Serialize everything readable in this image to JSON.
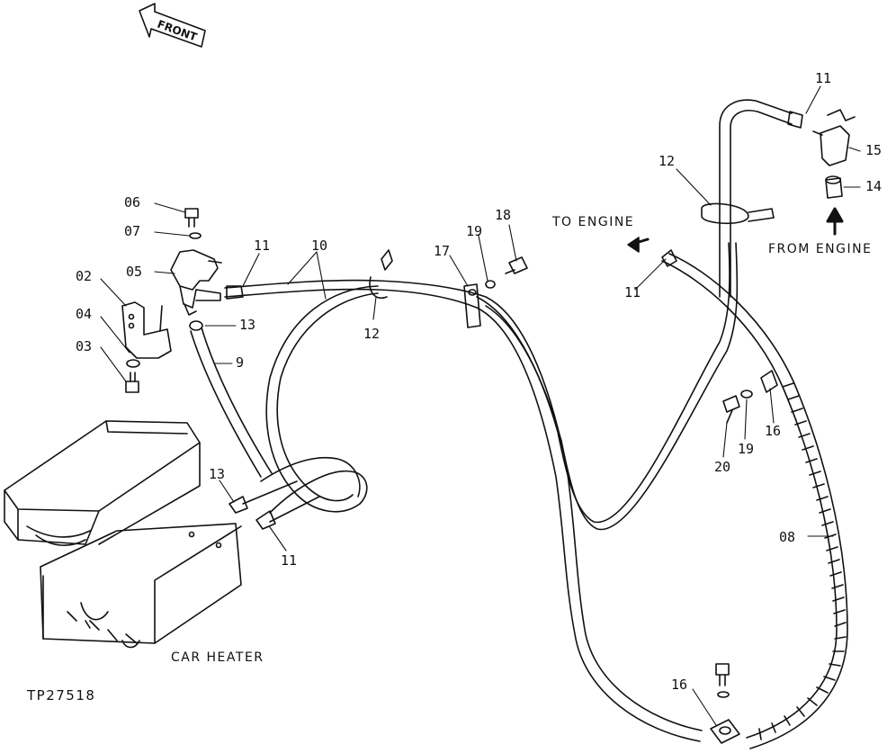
{
  "figure_id": "TP27518",
  "captions": {
    "front": "FRONT",
    "to_engine": "TO ENGINE",
    "from_engine": "FROM ENGINE",
    "car_heater": "CAR HEATER"
  },
  "callouts": {
    "c06": "06",
    "c07": "07",
    "c05": "05",
    "c02": "02",
    "c04": "04",
    "c03": "03",
    "c11_valve": "11",
    "c10": "10",
    "c13_upper": "13",
    "c9": "9",
    "c12_mid": "12",
    "c17": "17",
    "c19_upper": "19",
    "c18": "18",
    "c13_lower": "13",
    "c11_lower": "11",
    "c12_right": "12",
    "c11_top": "11",
    "c15": "15",
    "c14": "14",
    "c11_right": "11",
    "c20": "20",
    "c19_lower": "19",
    "c16_upper": "16",
    "c08": "08",
    "c16_lower": "16"
  },
  "colors": {
    "ink": "#111111",
    "paper": "#ffffff"
  }
}
